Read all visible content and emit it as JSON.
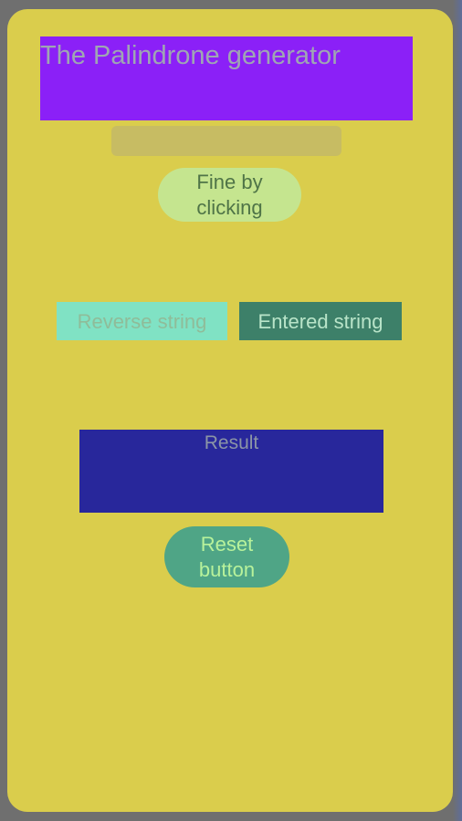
{
  "app": {
    "title": "The Palindrone generator"
  },
  "input": {
    "value": "",
    "placeholder": ""
  },
  "buttons": {
    "find_label": "Fine by\nclicking",
    "reverse_label": "Reverse string",
    "entered_label": "Entered string",
    "reset_label": "Reset\nbutton"
  },
  "result": {
    "label": "Result"
  },
  "colors": {
    "background": "#dacd4c",
    "title_bg": "#8b20f7",
    "find_bg": "#c5e58f",
    "reverse_bg": "#80e2c4",
    "entered_bg": "#3d8069",
    "result_bg": "#28279b",
    "reset_bg": "#4fa586"
  }
}
